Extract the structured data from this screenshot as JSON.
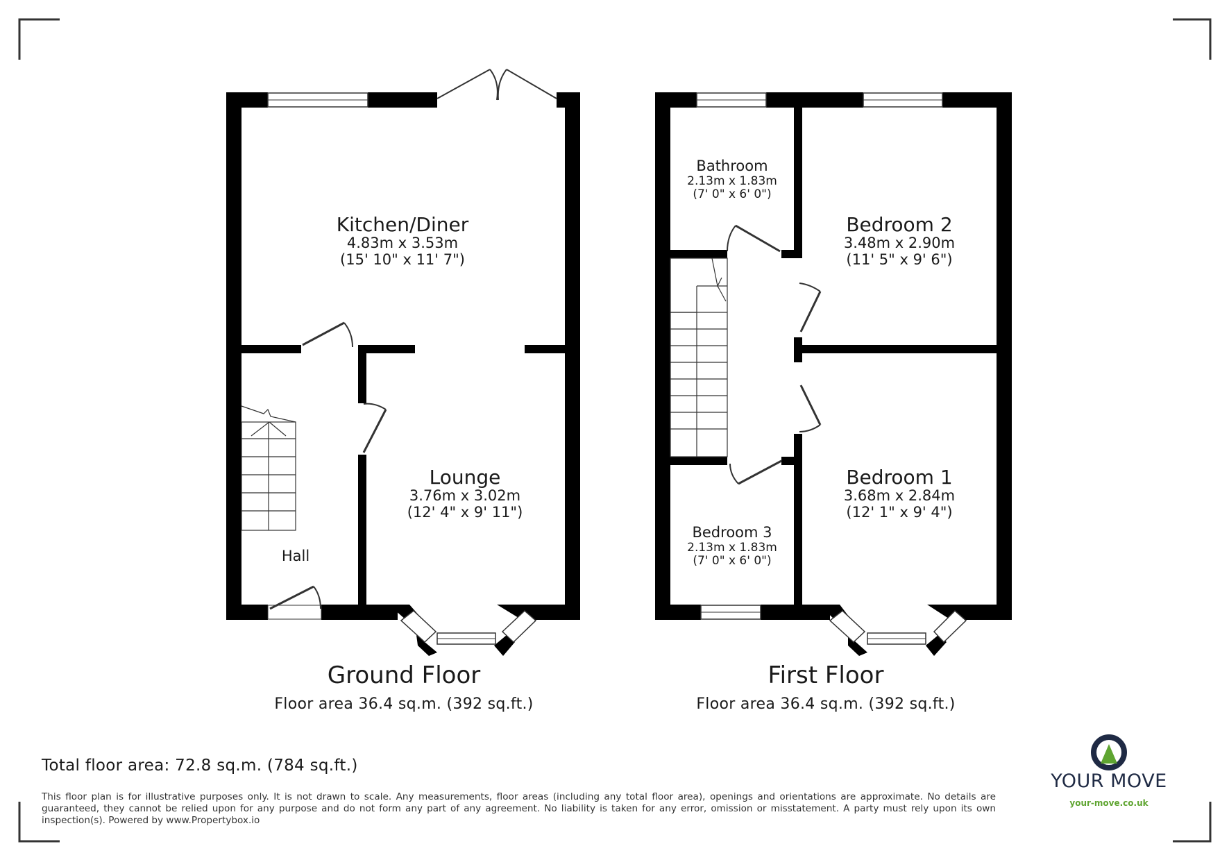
{
  "ground_floor": {
    "title": "Ground Floor",
    "area": "Floor area 36.4 sq.m. (392 sq.ft.)",
    "rooms": {
      "kitchen": {
        "name": "Kitchen/Diner",
        "metric": "4.83m x 3.53m",
        "imperial": "(15' 10\" x 11' 7\")"
      },
      "lounge": {
        "name": "Lounge",
        "metric": "3.76m x 3.02m",
        "imperial": "(12' 4\" x 9' 11\")"
      },
      "hall": {
        "name": "Hall"
      }
    }
  },
  "first_floor": {
    "title": "First Floor",
    "area": "Floor area 36.4 sq.m. (392 sq.ft.)",
    "rooms": {
      "bathroom": {
        "name": "Bathroom",
        "metric": "2.13m x 1.83m",
        "imperial": "(7' 0\" x 6' 0\")"
      },
      "bedroom2": {
        "name": "Bedroom 2",
        "metric": "3.48m x 2.90m",
        "imperial": "(11' 5\" x 9' 6\")"
      },
      "bedroom1": {
        "name": "Bedroom 1",
        "metric": "3.68m x 2.84m",
        "imperial": "(12' 1\" x 9' 4\")"
      },
      "bedroom3": {
        "name": "Bedroom 3",
        "metric": "2.13m x 1.83m",
        "imperial": "(7' 0\" x 6' 0\")"
      }
    }
  },
  "total_area": "Total floor area: 72.8 sq.m. (784 sq.ft.)",
  "disclaimer": "This floor plan is for illustrative purposes only. It is not drawn to scale. Any measurements, floor areas (including any total floor area), openings and orientations are approximate. No details are guaranteed, they cannot be relied upon for any purpose and do not form any part of any agreement. No liability is taken for any error, omission or misstatement. A party must rely upon its own inspection(s). Powered by www.Propertybox.io",
  "logo": {
    "name": "YOUR MOVE",
    "url": "your-move.co.uk",
    "colors": {
      "navy": "#1f2a44",
      "green": "#5fa531"
    }
  },
  "colors": {
    "wall": "#000000",
    "line": "#333333",
    "background": "#ffffff"
  }
}
